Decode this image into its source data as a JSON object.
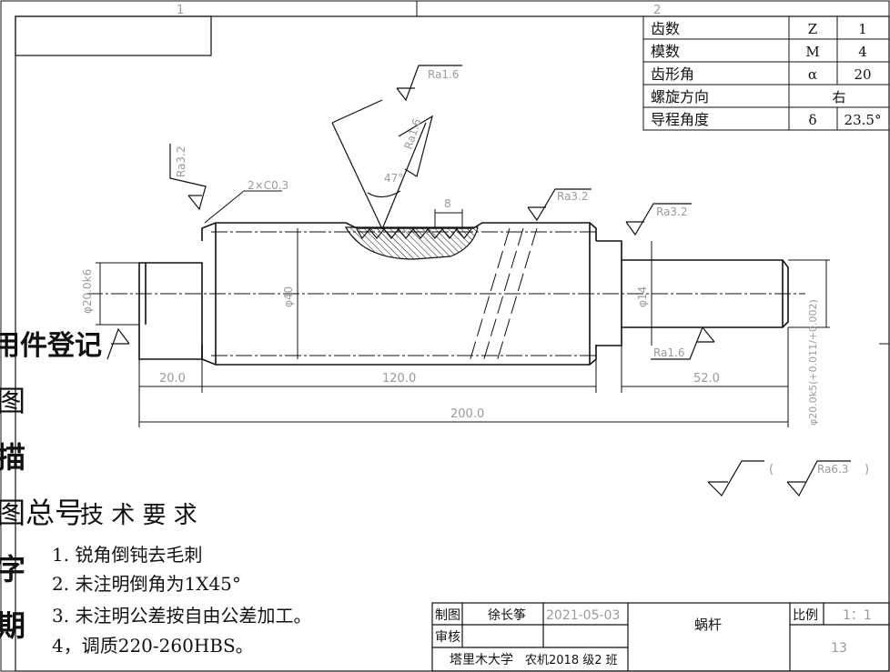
{
  "zone_marks": {
    "top_left": "1",
    "top_mid": "2"
  },
  "gear_params": [
    {
      "name": "齿数",
      "symbol": "Z",
      "value": "1"
    },
    {
      "name": "模数",
      "symbol": "M",
      "value": "4"
    },
    {
      "name": "齿形角",
      "symbol": "α",
      "value": "20"
    },
    {
      "name": "螺旋方向",
      "symbol": "",
      "value": "右"
    },
    {
      "name": "导程角度",
      "symbol": "δ",
      "value": "23.5°"
    }
  ],
  "roughness": {
    "tooth_top": "Ra1.6",
    "tooth_flank": "Ra1.6",
    "left_face": "Ra3.2",
    "body_top": "Ra3.2",
    "right_shoulder": "Ra3.2",
    "right_journal": "Ra1.6",
    "general": "Ra6.3"
  },
  "dimensions": {
    "chamfer": "2×C0.3",
    "angle": "47°",
    "pitch": "8",
    "left_dia": "φ20.0k6",
    "body_dia": "φ40",
    "right_dia": "φ14",
    "right_end_dia": "φ20.0k5(+0.011/+0.002)",
    "len_left": "20.0",
    "len_body": "120.0",
    "len_right": "52.0",
    "len_total": "200.0"
  },
  "roughness_note": {
    "open": "(",
    "close": ")"
  },
  "side_labels": [
    "用件登记",
    "图",
    "描",
    "图总号",
    "字",
    "期"
  ],
  "tech_req": {
    "title": "技 术 要 求",
    "items": [
      "1.   锐角倒钝去毛刺",
      "2.   未注明倒角为1X45°",
      "3.   未注明公差按自由公差加工。",
      "4，调质220-260HBS。"
    ]
  },
  "title_block": {
    "drawn_label": "制图",
    "drawn_by": "徐长筝",
    "date": "2021-05-03",
    "part_name": "蜗杆",
    "scale_label": "比例",
    "scale": "1：1",
    "check_label": "审核",
    "sheet": "13",
    "school": "塔里木大学",
    "class": "农机2018 级2 班"
  }
}
